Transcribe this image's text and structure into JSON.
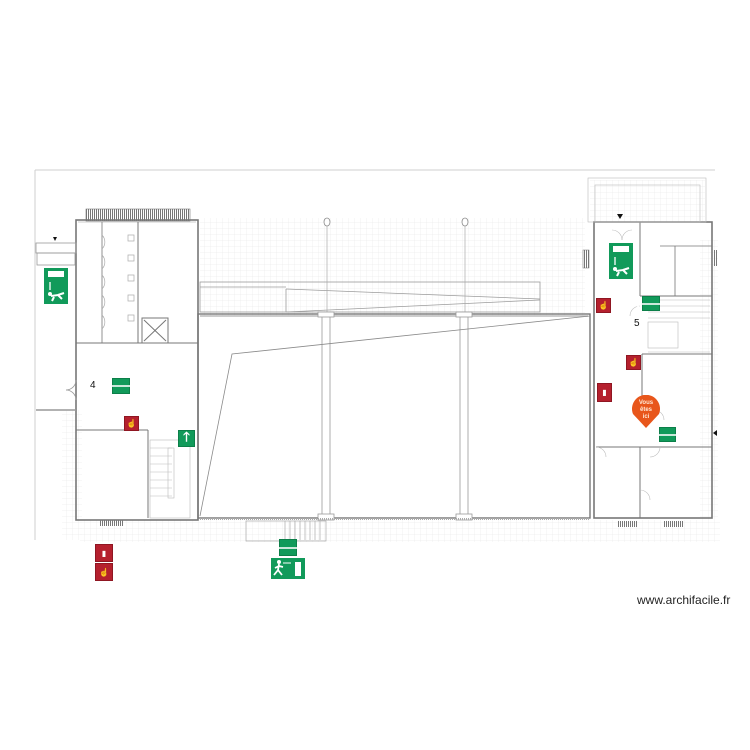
{
  "plan": {
    "rooms": [
      {
        "id": "room-4",
        "label": "4"
      },
      {
        "id": "room-5",
        "label": "5"
      }
    ],
    "marker": {
      "label_line1": "Vous",
      "label_line2": "êtes",
      "label_line3": "ici",
      "color": "#e8561b"
    },
    "signs": {
      "exit_color": "#119a5a",
      "fire_color": "#b5202e",
      "arrow_left": "🡐",
      "arrow_right": "🡒",
      "arrow_up": "🡑"
    }
  },
  "footer": {
    "watermark": "www.archifacile.fr"
  }
}
